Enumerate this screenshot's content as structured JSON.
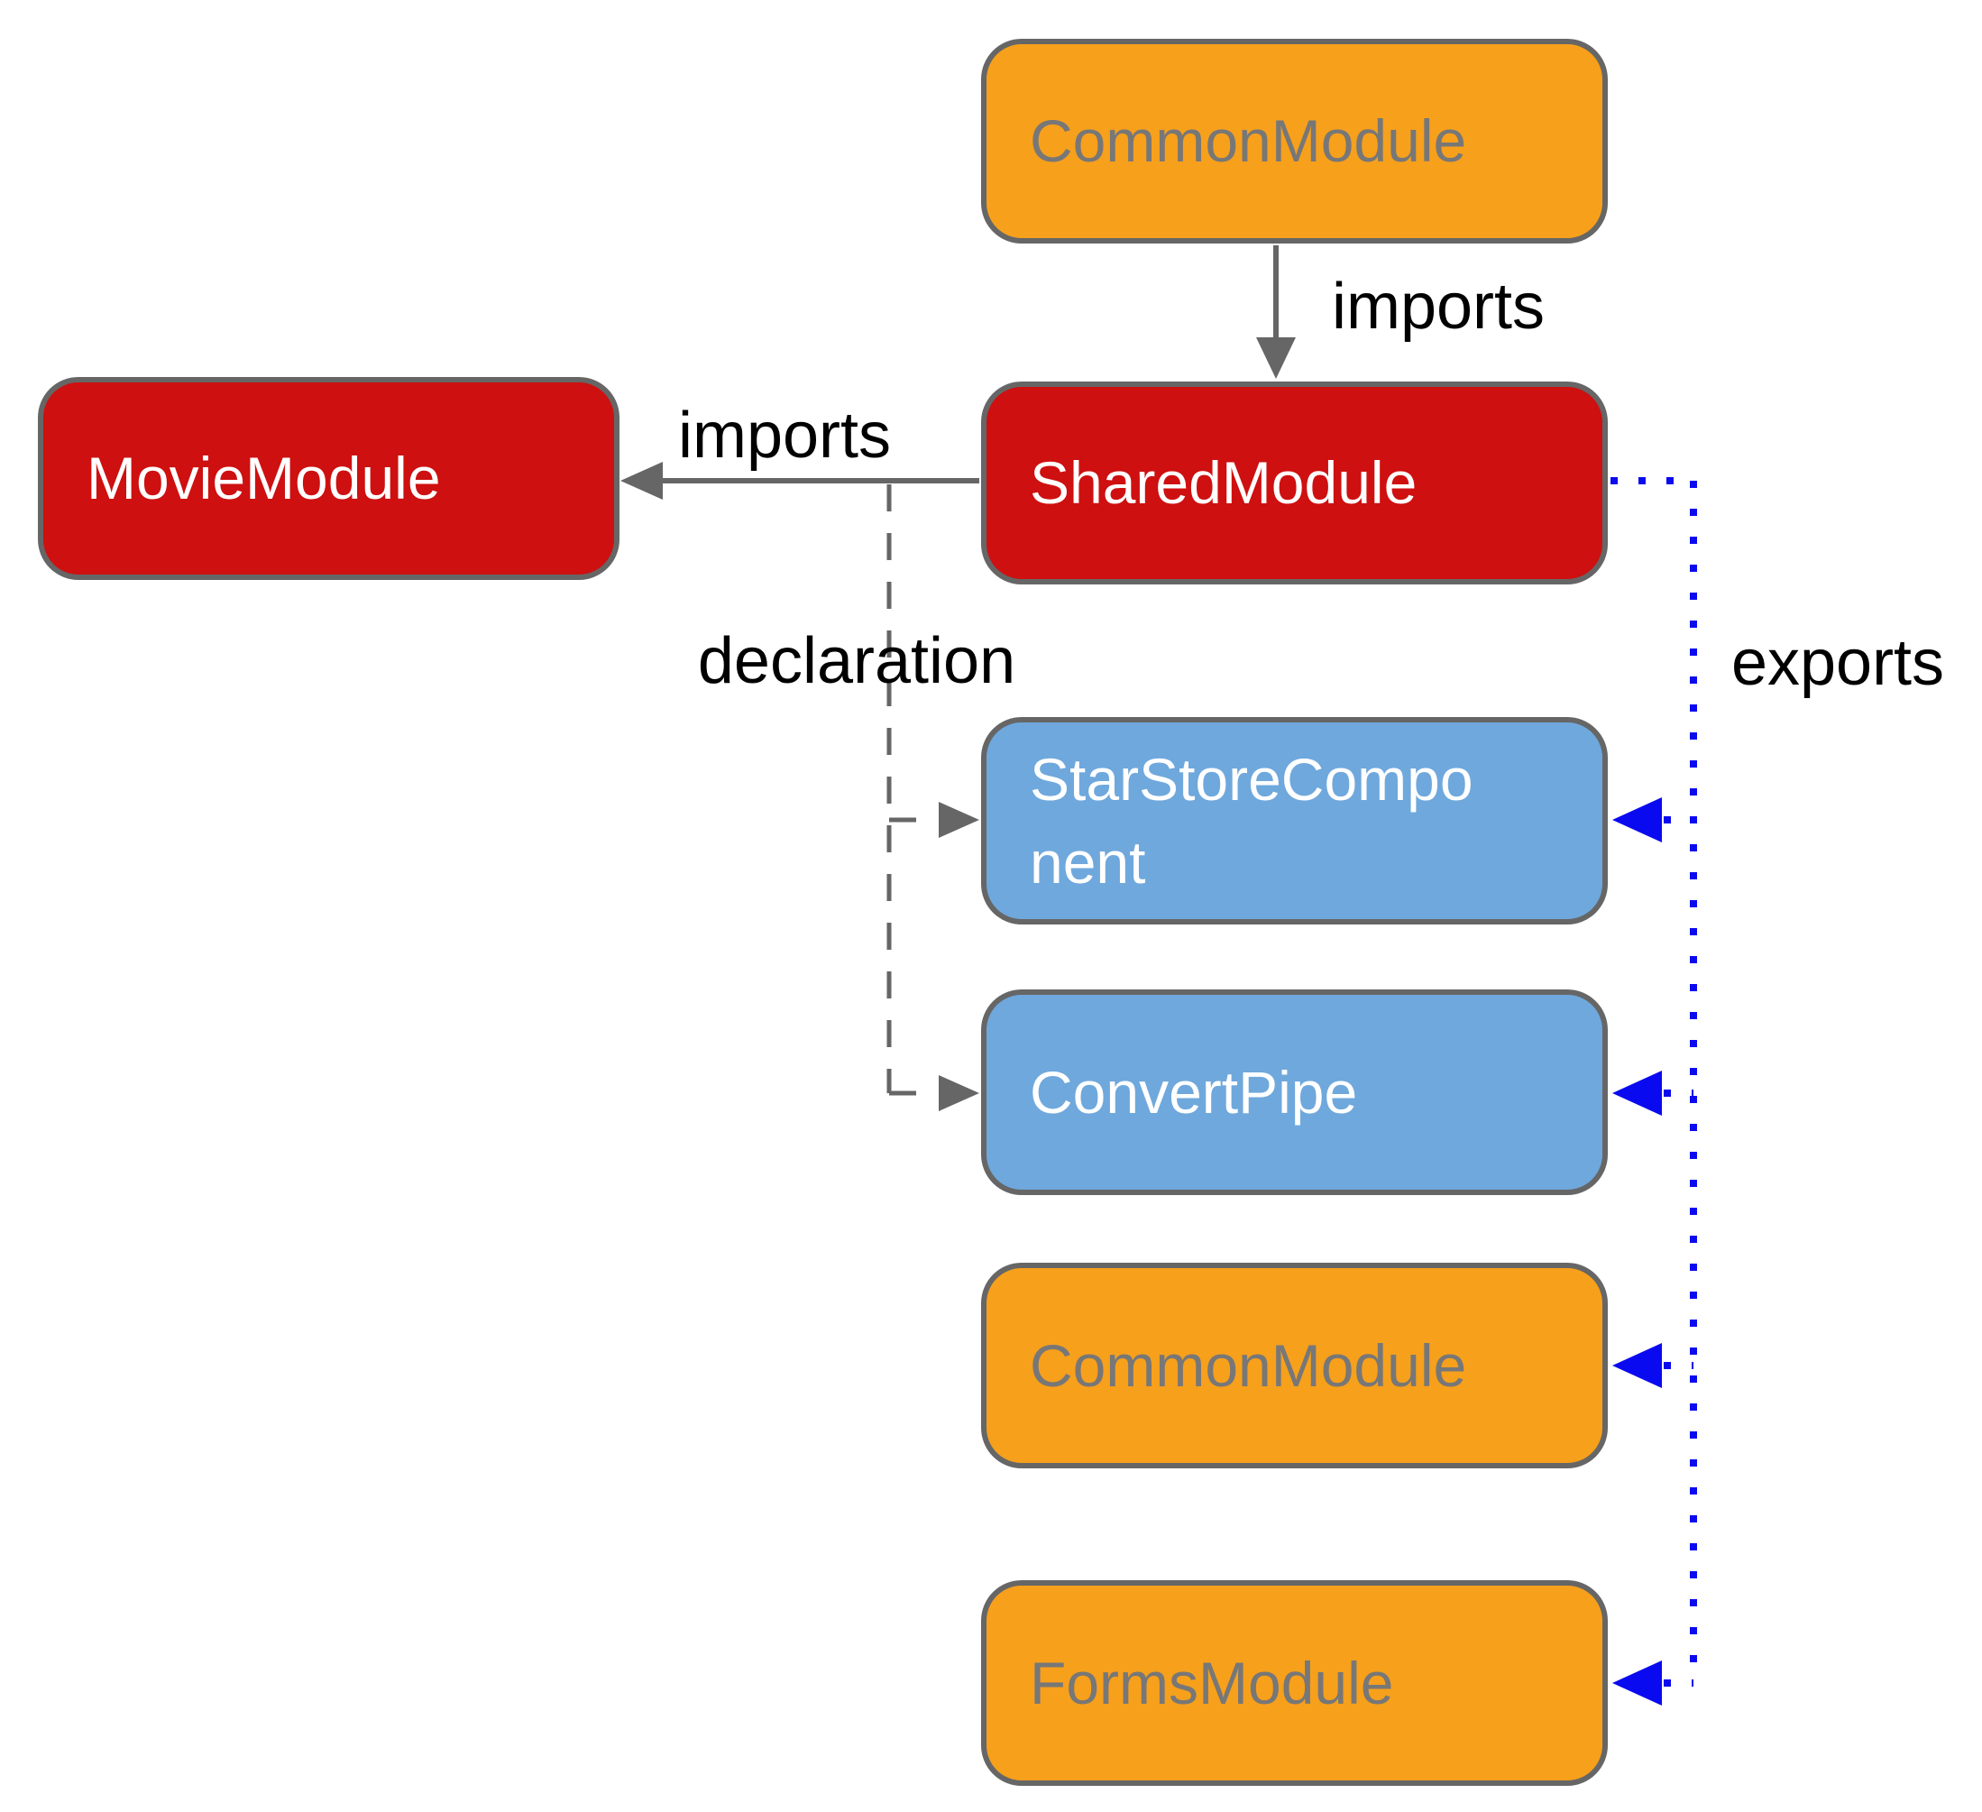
{
  "diagram": {
    "title": "Angular shared module diagram",
    "nodes": [
      {
        "id": "common-module-top",
        "label": "CommonModule",
        "fill": "#F7A01C",
        "text_color": "#777777"
      },
      {
        "id": "movie-module",
        "label": "MovieModule",
        "fill": "#CE1010",
        "text_color": "#ffffff"
      },
      {
        "id": "shared-module",
        "label": "SharedModule",
        "fill": "#CE1010",
        "text_color": "#ffffff"
      },
      {
        "id": "star-store-component",
        "label": "StarStoreComponent",
        "fill": "#6FA8DC",
        "text_color": "#ffffff"
      },
      {
        "id": "convert-pipe",
        "label": "ConvertPipe",
        "fill": "#6FA8DC",
        "text_color": "#ffffff"
      },
      {
        "id": "common-module-bottom",
        "label": "CommonModule",
        "fill": "#F7A01C",
        "text_color": "#777777"
      },
      {
        "id": "forms-module",
        "label": "FormsModule",
        "fill": "#F7A01C",
        "text_color": "#777777"
      }
    ],
    "edge_labels": {
      "imports_vertical": "imports",
      "imports_horizontal": "imports",
      "declaration": "declaration",
      "exports": "exports"
    },
    "edge_styles": {
      "imports": {
        "color": "#666666",
        "line": "solid"
      },
      "declaration": {
        "color": "#666666",
        "line": "dashed"
      },
      "exports": {
        "color": "#0A0AF0",
        "line": "dotted"
      }
    },
    "colors": {
      "background": "#ffffff",
      "node_border": "#666666",
      "module_orange": "#F7A01C",
      "module_red": "#CE1010",
      "declarable_blue": "#6FA8DC",
      "export_arrow_blue": "#0A0AF0",
      "label_black": "#000000",
      "orange_text_gray": "#777777"
    }
  }
}
